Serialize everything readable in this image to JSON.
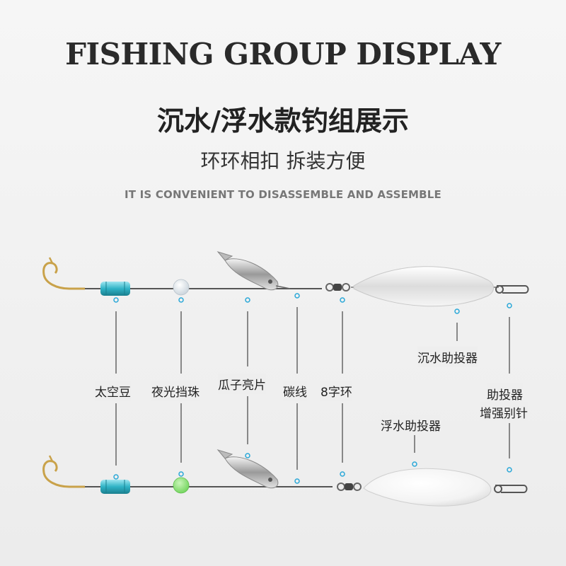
{
  "header": {
    "title_en": "FISHING GROUP DISPLAY",
    "title_cn": "沉水/浮水款钓组展示",
    "subtitle_cn": "环环相扣 拆装方便",
    "subtitle_en": "IT IS CONVENIENT TO DISASSEMBLE AND ASSEMBLE"
  },
  "labels": {
    "space_bean": "太空豆",
    "luminous_bead": "夜光挡珠",
    "spinner_blade": "瓜子亮片",
    "carbon_line": "碳线",
    "swivel": "8字环",
    "sinking_caster": "沉水助投器",
    "floating_caster": "浮水助投器",
    "snap_line1": "助投器",
    "snap_line2": "增强别针"
  },
  "colors": {
    "hook": "#c9a24a",
    "space_bean": "#3fb8c8",
    "luminous_bead_top": "#dfe6ec",
    "luminous_bead_bottom": "#8ee07a",
    "leader": "#555555",
    "marker": "#2aa8d8",
    "guide_line": "#444444"
  }
}
